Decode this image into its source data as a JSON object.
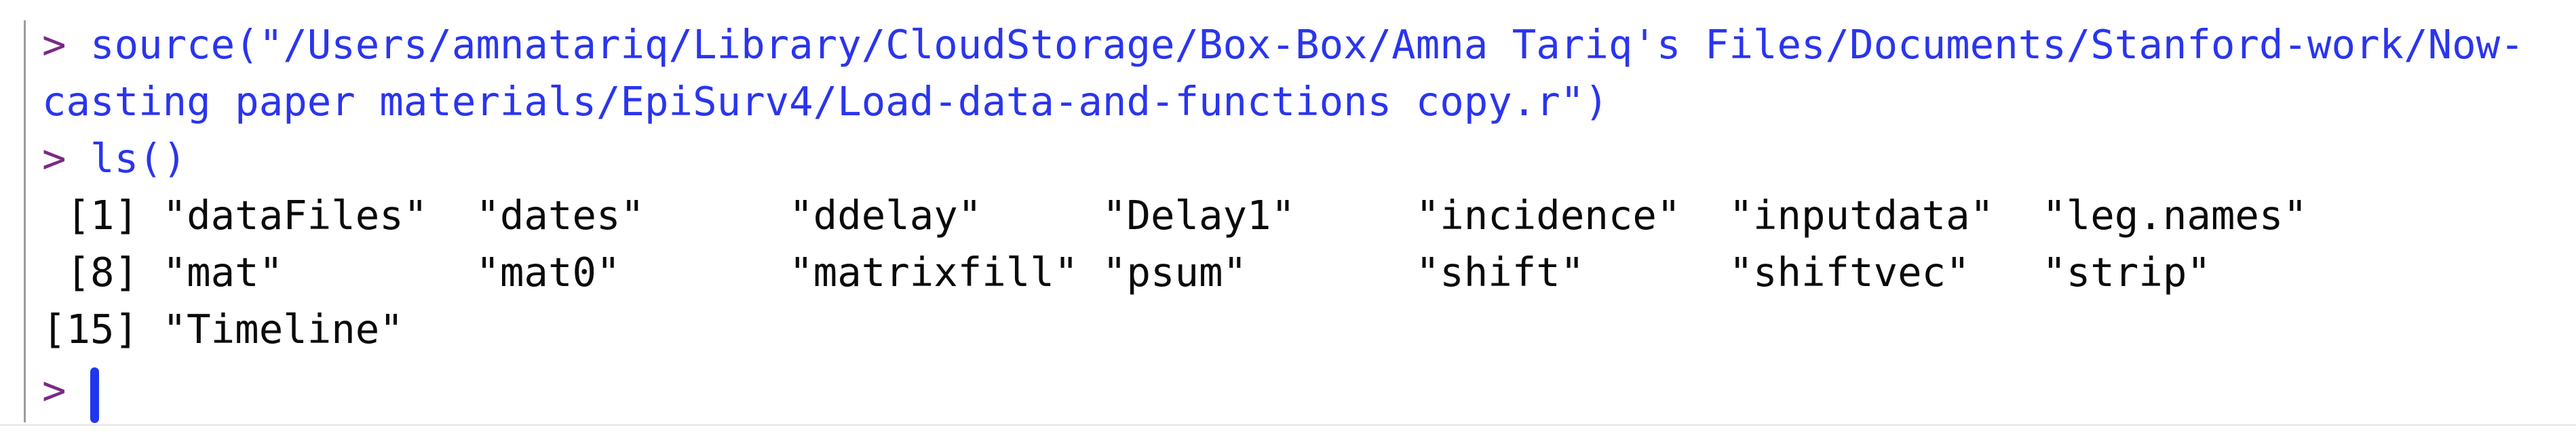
{
  "app": {
    "name": "R console"
  },
  "colors": {
    "prompt": "#7a2a85",
    "input": "#2a35ee",
    "output": "#0a0a0a",
    "cursor": "#2036ef",
    "pane_border": "#9b9b9b"
  },
  "console": {
    "lines": [
      {
        "prompt": "> ",
        "command": "source(\"/Users/amnatariq/Library/CloudStorage/Box-Box/Amna Tariq's Files/Documents/Stanford-work/Now-"
      },
      {
        "command": "casting paper materials/EpiSurv4/Load-data-and-functions copy.r\")"
      },
      {
        "prompt": "> ",
        "command": "ls()"
      },
      {
        "output": " [1] \"dataFiles\"  \"dates\"      \"ddelay\"     \"Delay1\"     \"incidence\"  \"inputdata\"  \"leg.names\""
      },
      {
        "output": " [8] \"mat\"        \"mat0\"       \"matrixfill\" \"psum\"       \"shift\"      \"shiftvec\"   \"strip\""
      },
      {
        "output": "[15] \"Timeline\""
      },
      {
        "prompt": "> "
      }
    ],
    "output_variables": [
      "dataFiles",
      "dates",
      "ddelay",
      "Delay1",
      "incidence",
      "inputdata",
      "leg.names",
      "mat",
      "mat0",
      "matrixfill",
      "psum",
      "shift",
      "shiftvec",
      "strip",
      "Timeline"
    ]
  }
}
